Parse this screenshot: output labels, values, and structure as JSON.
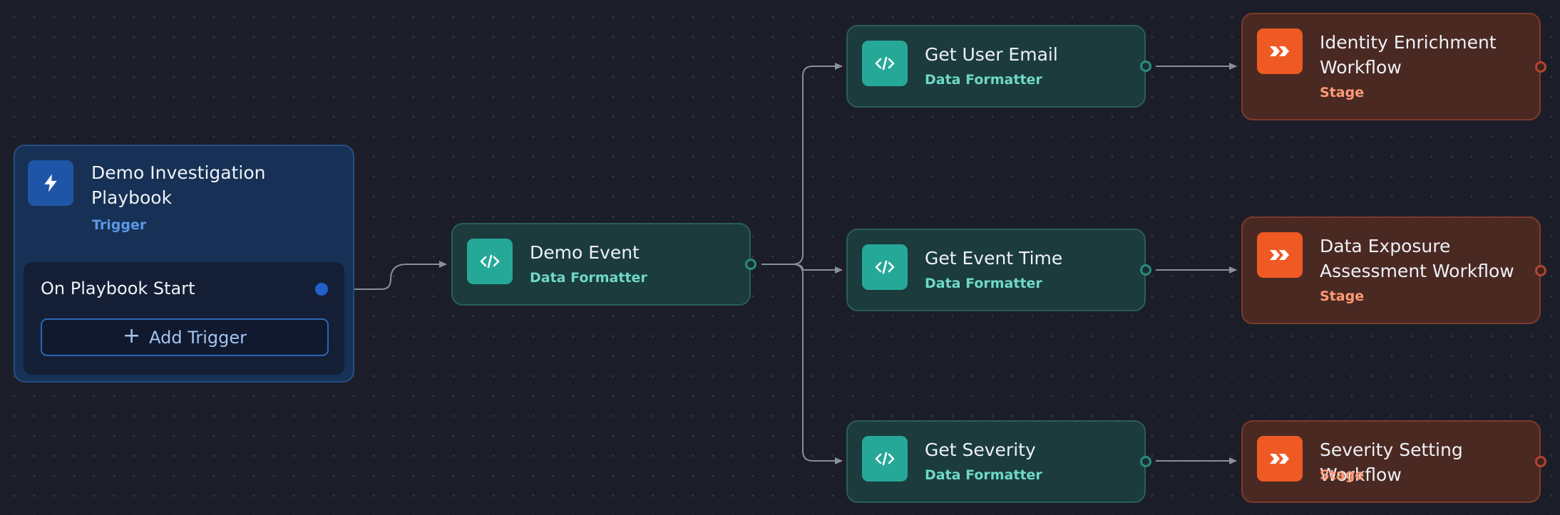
{
  "trigger": {
    "title": "Demo Investigation Playbook",
    "type_label": "Trigger",
    "event_label": "On Playbook Start",
    "add_button_label": "Add Trigger",
    "icon": "lightning-icon"
  },
  "formatters": [
    {
      "title": "Demo Event",
      "type_label": "Data Formatter",
      "icon": "code-icon"
    },
    {
      "title": "Get User Email",
      "type_label": "Data Formatter",
      "icon": "code-icon"
    },
    {
      "title": "Get Event Time",
      "type_label": "Data Formatter",
      "icon": "code-icon"
    },
    {
      "title": "Get Severity",
      "type_label": "Data Formatter",
      "icon": "code-icon"
    }
  ],
  "stages": [
    {
      "title": "Identity Enrichment Workflow",
      "type_label": "Stage",
      "icon": "double-chevron-icon"
    },
    {
      "title": "Data Exposure Assessment Workflow",
      "type_label": "Stage",
      "icon": "double-chevron-icon"
    },
    {
      "title": "Severity Setting Workflow",
      "type_label": "Stage",
      "icon": "double-chevron-icon"
    }
  ],
  "colors": {
    "canvas": "#1b1e28",
    "formatter_accent": "#26a898",
    "stage_accent": "#ef5a24",
    "trigger_accent": "#1f55a6",
    "edge": "#8a8f9c"
  }
}
